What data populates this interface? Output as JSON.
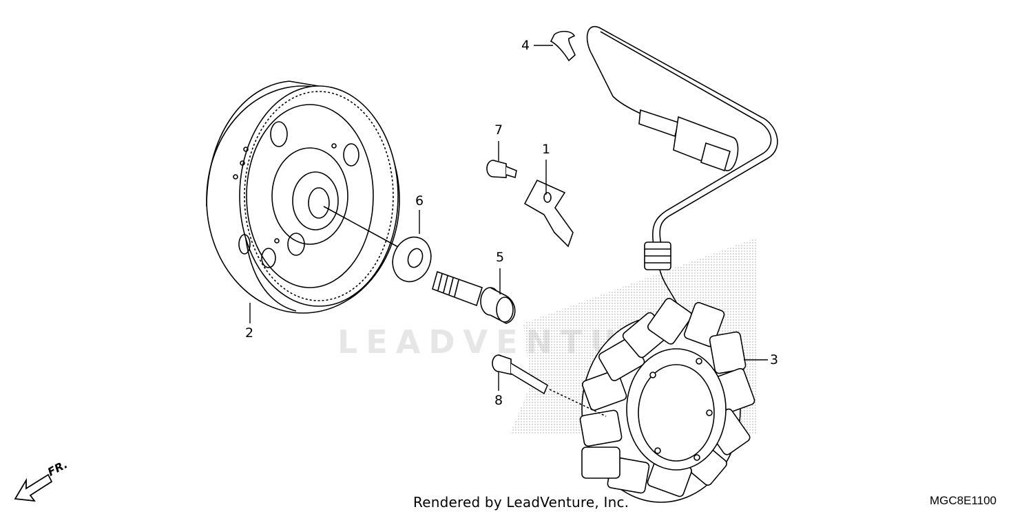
{
  "diagram": {
    "callouts": {
      "c1": "1",
      "c2": "2",
      "c3": "3",
      "c4": "4",
      "c5": "5",
      "c6": "6",
      "c7": "7",
      "c8": "8"
    },
    "front_label": "FR.",
    "footer_credit": "Rendered by LeadVenture, Inc.",
    "diagram_code": "MGC8E1100",
    "watermark": "LEADVENTURE"
  }
}
